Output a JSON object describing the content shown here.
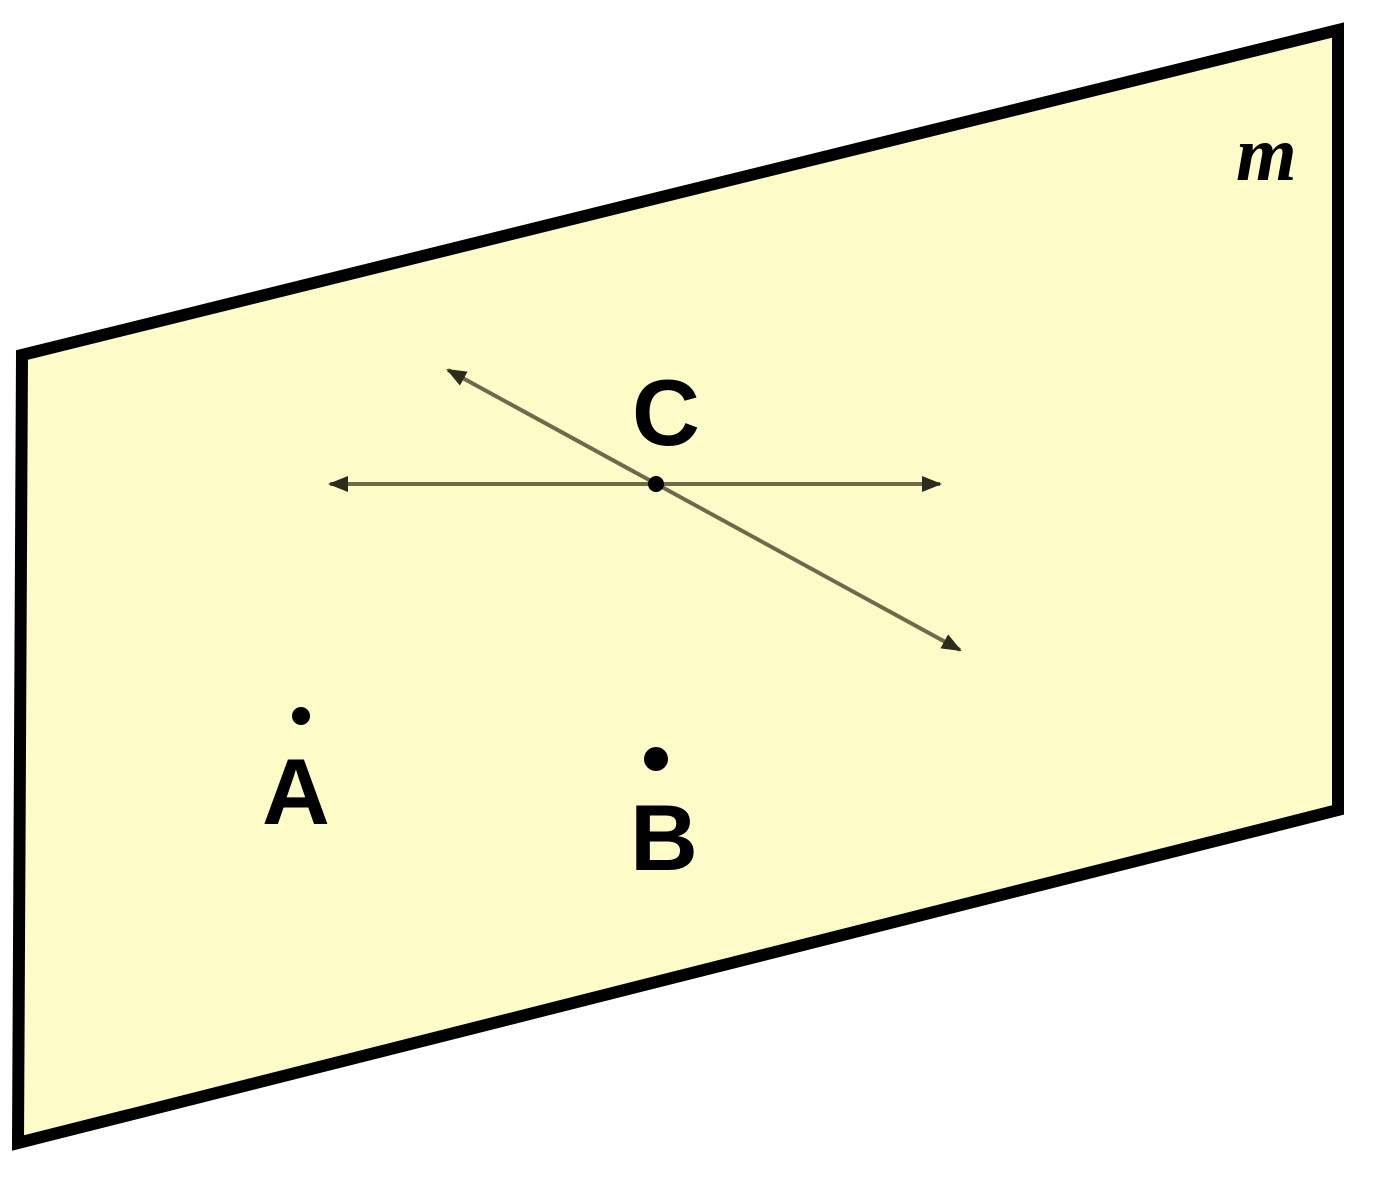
{
  "plane": {
    "label": "m",
    "fill_color": "#fdfbc8",
    "border_color": "#000000"
  },
  "points": {
    "a": {
      "label": "A"
    },
    "b": {
      "label": "B"
    },
    "c": {
      "label": "C"
    }
  },
  "lines": {
    "stroke_color": "#6b6b4a",
    "count": 2
  }
}
